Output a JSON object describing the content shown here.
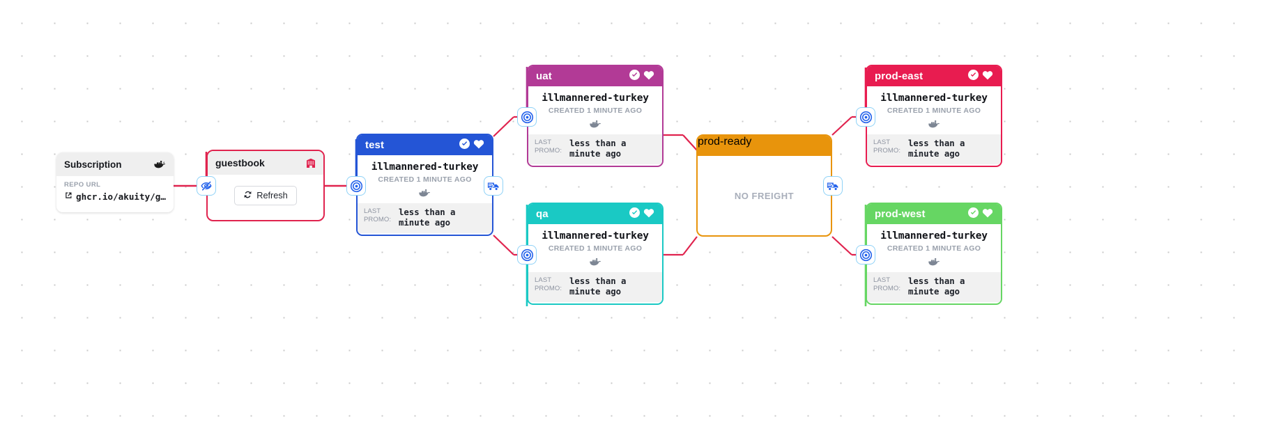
{
  "canvas": {
    "background": "#ffffff",
    "dot_color": "#c9c9c9"
  },
  "subscription": {
    "title": "Subscription",
    "icon": "docker-icon",
    "repo_label": "REPO URL",
    "repo_url": "ghcr.io/akuity/g…",
    "link_icon": "external-link-icon"
  },
  "warehouse": {
    "title": "guestbook",
    "icon": "warehouse-icon",
    "icon_color": "#e0234e",
    "border_color": "#e0234e",
    "refresh_label": "Refresh",
    "refresh_icon": "refresh-icon"
  },
  "stages": [
    {
      "id": "test",
      "name": "test",
      "color": "#2455d6",
      "freight_name": "illmannered-turkey",
      "created": "CREATED 1 MINUTE AGO",
      "freight_icon": "docker-icon",
      "promo_label": "LAST PROMO:",
      "promo_value": "less than a minute ago",
      "health_icon": "check-circle-icon",
      "heart_icon": "heart-icon"
    },
    {
      "id": "uat",
      "name": "uat",
      "color": "#b23a96",
      "freight_name": "illmannered-turkey",
      "created": "CREATED 1 MINUTE AGO",
      "freight_icon": "docker-icon",
      "promo_label": "LAST PROMO:",
      "promo_value": "less than a minute ago",
      "health_icon": "check-circle-icon",
      "heart_icon": "heart-icon"
    },
    {
      "id": "qa",
      "name": "qa",
      "color": "#1ac9c4",
      "freight_name": "illmannered-turkey",
      "created": "CREATED 1 MINUTE AGO",
      "freight_icon": "docker-icon",
      "promo_label": "LAST PROMO:",
      "promo_value": "less than a minute ago",
      "health_icon": "check-circle-icon",
      "heart_icon": "heart-icon"
    },
    {
      "id": "prod-east",
      "name": "prod-east",
      "color": "#e81c50",
      "freight_name": "illmannered-turkey",
      "created": "CREATED 1 MINUTE AGO",
      "freight_icon": "docker-icon",
      "promo_label": "LAST PROMO:",
      "promo_value": "less than a minute ago",
      "health_icon": "check-circle-icon",
      "heart_icon": "heart-icon"
    },
    {
      "id": "prod-west",
      "name": "prod-west",
      "color": "#66d663",
      "freight_name": "illmannered-turkey",
      "created": "CREATED 1 MINUTE AGO",
      "freight_icon": "docker-icon",
      "promo_label": "LAST PROMO:",
      "promo_value": "less than a minute ago",
      "health_icon": "check-circle-icon",
      "heart_icon": "heart-icon"
    }
  ],
  "prod_ready": {
    "name": "prod-ready",
    "color": "#e8940c",
    "empty_text": "NO FREIGHT"
  },
  "pills": [
    {
      "id": "subscription-warehouse",
      "icon": "eye-off-icon"
    },
    {
      "id": "warehouse-test",
      "icon": "target-icon"
    },
    {
      "id": "test-promote",
      "icon": "truck-icon"
    },
    {
      "id": "test-uat",
      "icon": "target-icon"
    },
    {
      "id": "test-qa",
      "icon": "target-icon"
    },
    {
      "id": "prod-ready-promote",
      "icon": "truck-icon"
    },
    {
      "id": "prod-ready-east",
      "icon": "target-icon"
    },
    {
      "id": "prod-ready-west",
      "icon": "target-icon"
    }
  ],
  "colors": {
    "edge_red": "#e0234e",
    "pill_border": "#8fd2f7",
    "pill_glyph": "#2563eb"
  }
}
